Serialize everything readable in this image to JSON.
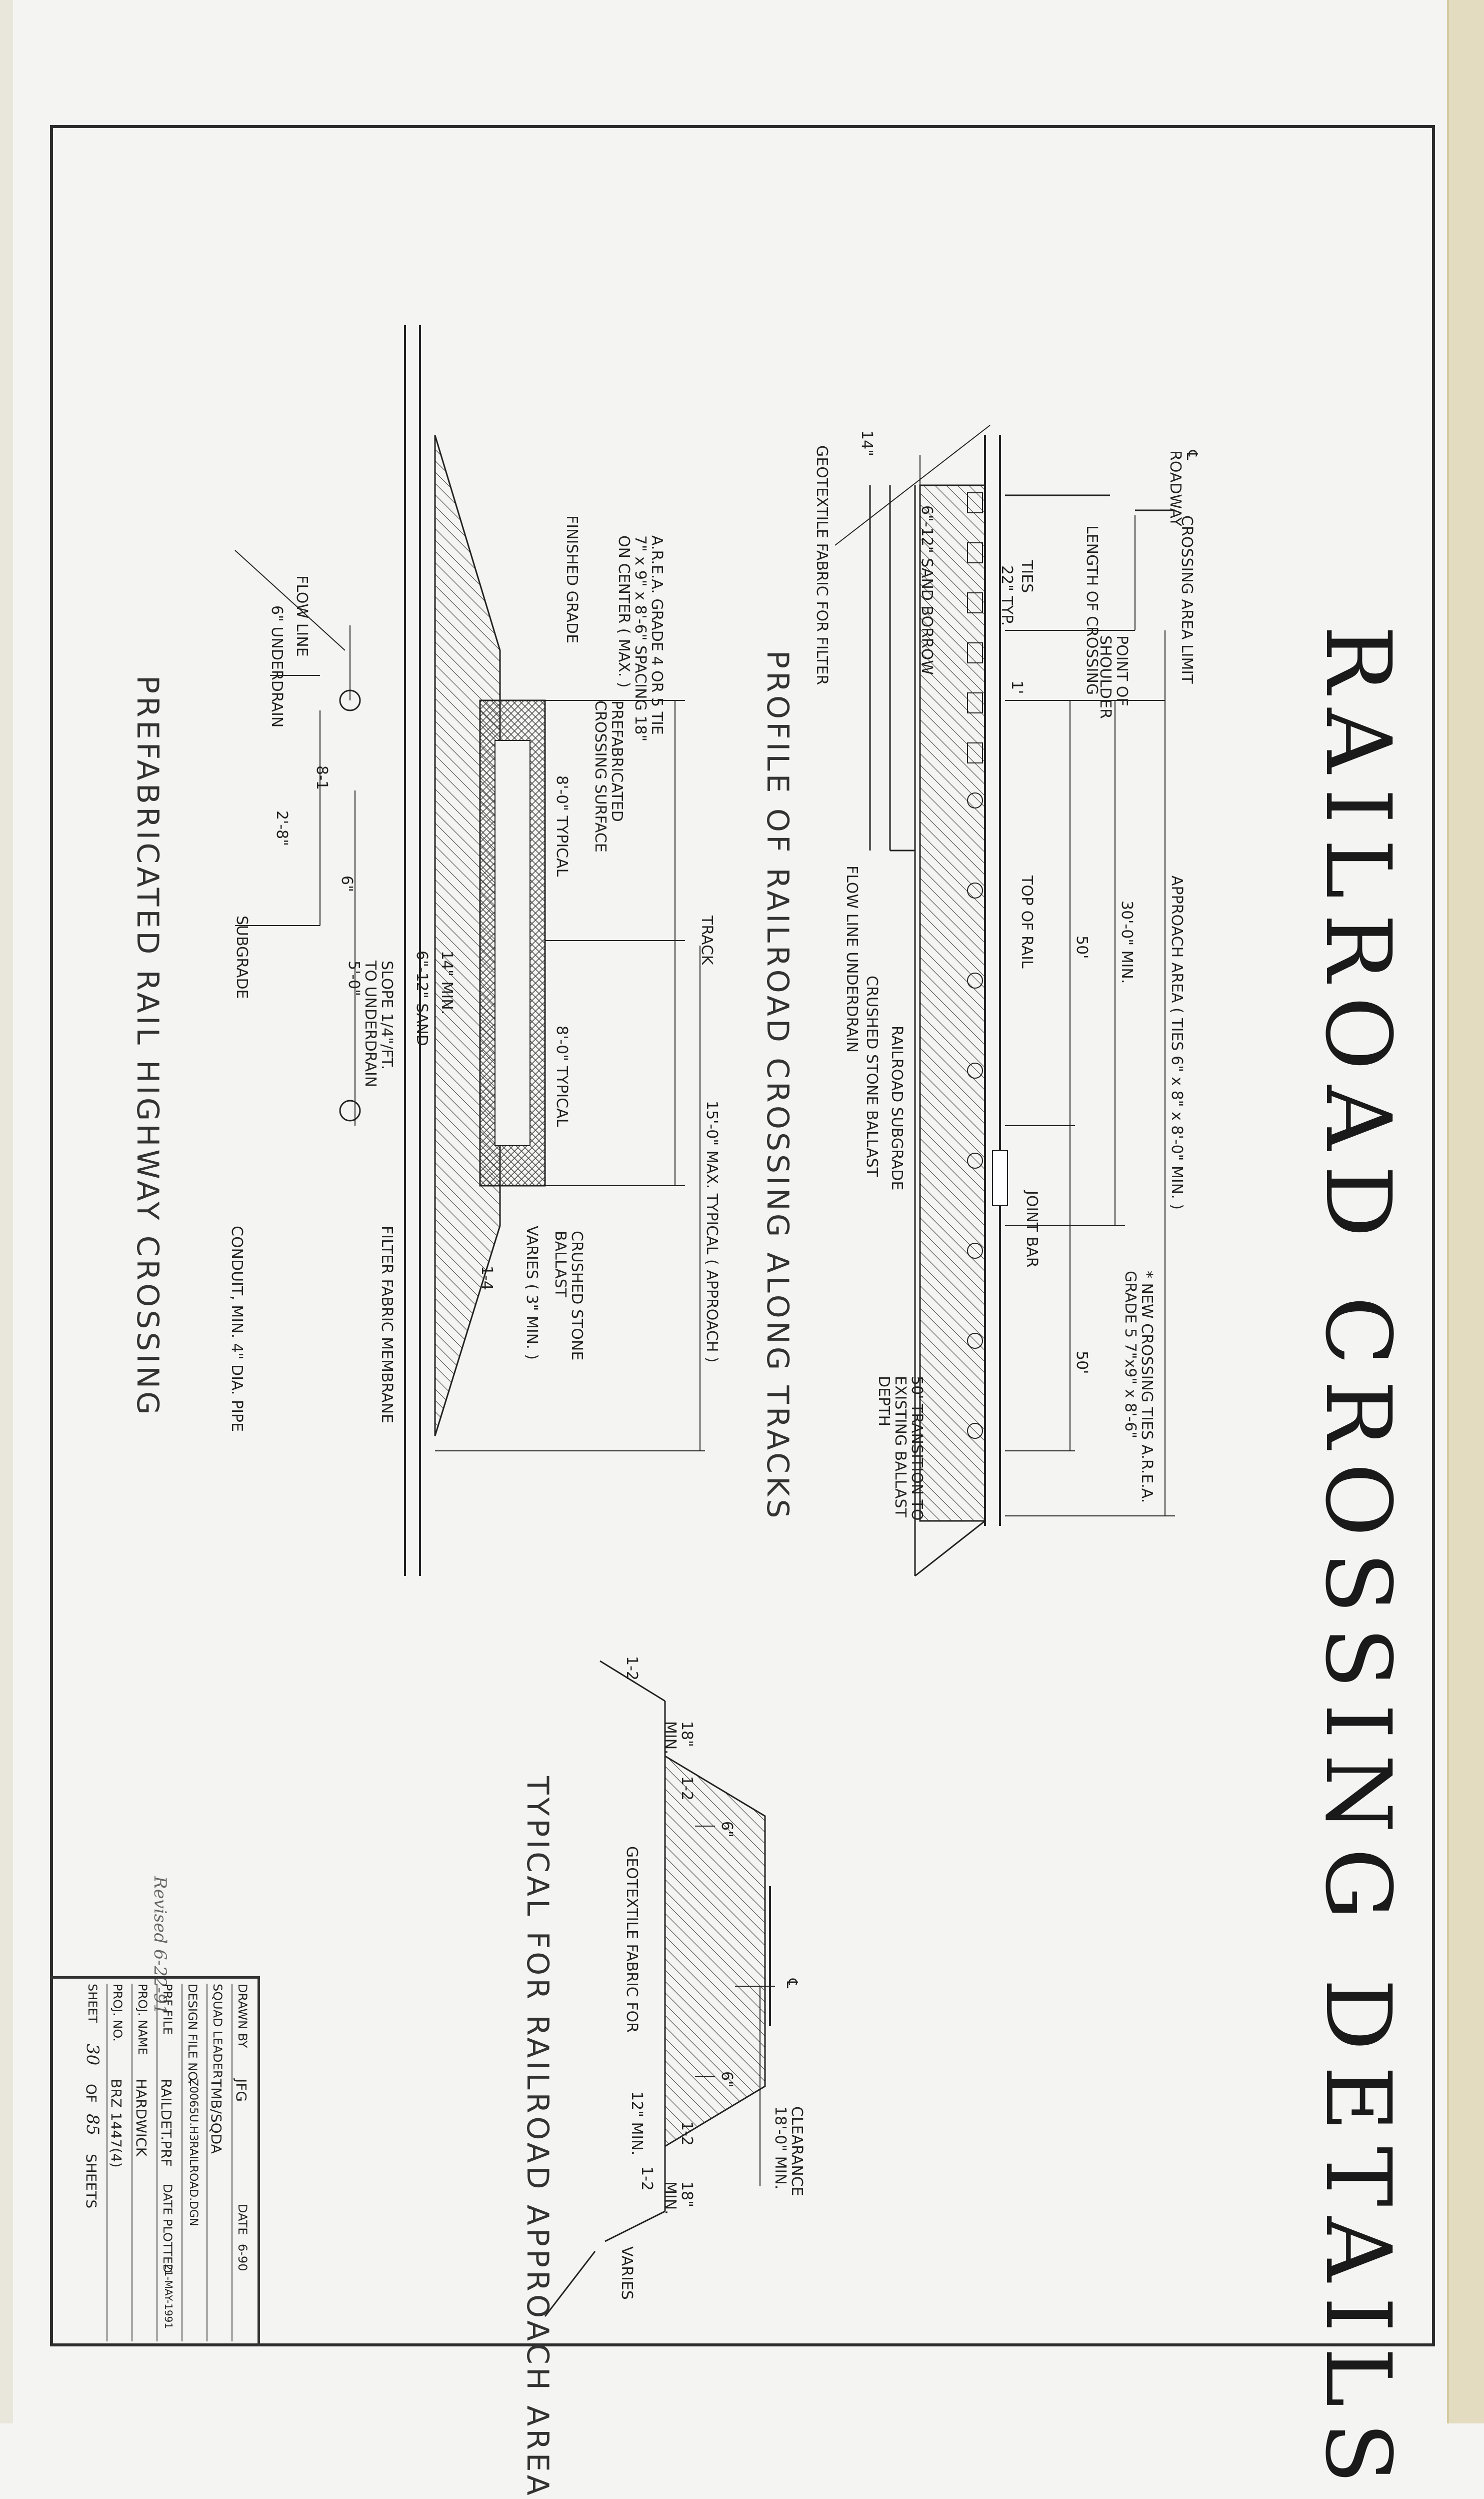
{
  "title": "RAILROAD CROSSING DETAILS",
  "sections": {
    "profile": "PROFILE OF RAILROAD CROSSING ALONG TRACKS",
    "prefab": "PREFABRICATED RAIL HIGHWAY CROSSING",
    "approach": "TYPICAL FOR RAILROAD APPROACH AREA"
  },
  "profile_labels": {
    "roadway": "℄\nROADWAY",
    "crossing_area_limit": "CROSSING AREA LIMIT",
    "length_of_crossing": "LENGTH OF CROSSING",
    "ties": "TIES",
    "tie_spacing": "22\" TYP.",
    "sand_borrow": "6\"-12\" SAND BORROW",
    "point_of_shoulder": "POINT OF\nSHOULDER",
    "one_ft": "1'",
    "approach_area": "APPROACH AREA ( TIES 6\" x 8\" x 8'-0\" MIN. )",
    "thirty_min": "30'-0\" MIN.",
    "fifty_a": "50'",
    "fifty_b": "50'",
    "top_of_rail": "TOP OF RAIL",
    "joint_bar": "JOINT BAR",
    "new_ties": "* NEW CROSSING TIES A.R.E.A.\nGRADE 5 7\"x9\" x 8'-6\"",
    "transition": "50' TRANSITION TO\nEXISTING BALLAST\nDEPTH",
    "railroad_subgrade": "RAILROAD SUBGRADE",
    "crushed_stone_ballast": "CRUSHED STONE BALLAST",
    "flow_line_underdrain": "FLOW LINE UNDERDRAIN",
    "geotextile": "GEOTEXTILE FABRIC FOR FILTER",
    "fourteen": "14\""
  },
  "prefab_labels": {
    "tie_spec": "A.R.E.A. GRADE 4 OR 5 TIE\n7\" x 9\" x 8'-6\" SPACING 18\"\nON CENTER ( MAX. )",
    "prefab_surface": "PREFABRICATED\nCROSSING SURFACE",
    "finished_grade": "FINISHED GRADE",
    "eight_typ_a": "8'-0\" TYPICAL",
    "eight_typ_b": "8'-0\" TYPICAL",
    "track": "TRACK",
    "fifteen_max": "15'-0\" MAX. TYPICAL ( APPROACH )",
    "crushed_stone": "CRUSHED STONE\nBALLAST",
    "varies": "VARIES ( 3\" MIN. )",
    "fourteen_min": "14\" MIN.",
    "sand": "6\"-12\" SAND",
    "slope": "SLOPE 1/4\"/FT.\nTO UNDERDRAIN\n5'-0\"",
    "flow_line": "FLOW LINE",
    "underdrain": "6\" UNDERDRAIN",
    "ratio_8_1": "8-1",
    "two_eight": "2'-8\"",
    "six": "6\"",
    "subgrade": "SUBGRADE",
    "filter_fabric": "FILTER FABRIC MEMBRANE",
    "conduit": "CONDUIT, MIN. 4\" DIA. PIPE",
    "ratio_1_4": "1-4"
  },
  "approach_labels": {
    "cl": "℄",
    "clearance": "CLEARANCE\n18'-0\" MIN.",
    "six_a": "6\"",
    "six_b": "6\"",
    "eighteen_min_a": "18\"\nMIN.",
    "eighteen_min_b": "18\"\nMIN.",
    "ratio_a": "1-2",
    "ratio_b": "1-2",
    "ratio_c": "1-2",
    "ratio_d": "1-2",
    "twelve_min": "12\" MIN.",
    "varies": "VARIES",
    "geotextile": "GEOTEXTILE FABRIC FOR"
  },
  "title_block": {
    "drawn_by_k": "DRAWN BY",
    "drawn_by_v": "JFG",
    "date_k": "DATE",
    "date_v": "6-90",
    "squad_k": "SQUAD LEADER",
    "squad_v": "TMB/SQDA",
    "design_k": "DESIGN FILE NO.",
    "design_v": "Z0065U.H3RAILROAD.DGN",
    "prf_k": "PRF FILE",
    "prf_v": "RAILDET.PRF",
    "plot_k": "DATE PLOTTED",
    "plot_v": "21-MAY-1991",
    "proj_name_k": "PROJ. NAME",
    "proj_name_v": "HARDWICK",
    "proj_no_k": "PROJ. NO.",
    "proj_no_v": "BRZ 1447(4)",
    "sheet_k": "SHEET",
    "sheet_v": "30",
    "of_k": "OF",
    "of_v": "85",
    "sheets_k": "SHEETS"
  },
  "revised": "Revised 6-22-91"
}
